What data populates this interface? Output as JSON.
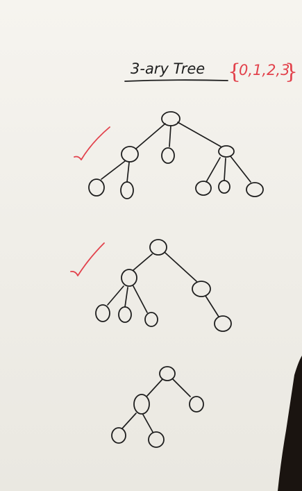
{
  "heading": {
    "title": "3-ary Tree",
    "set_values": "0,1,2,3",
    "brace_open": "{",
    "brace_close": "}"
  },
  "ink_colors": {
    "marker": "#1d1d1d",
    "check": "#e2424c",
    "board": "#f2f0ea"
  },
  "trees": [
    {
      "name": "tree-1",
      "checked": true,
      "node_count": 9
    },
    {
      "name": "tree-2",
      "checked": true,
      "node_count": 7
    },
    {
      "name": "tree-3",
      "checked": false,
      "node_count": 5
    }
  ]
}
